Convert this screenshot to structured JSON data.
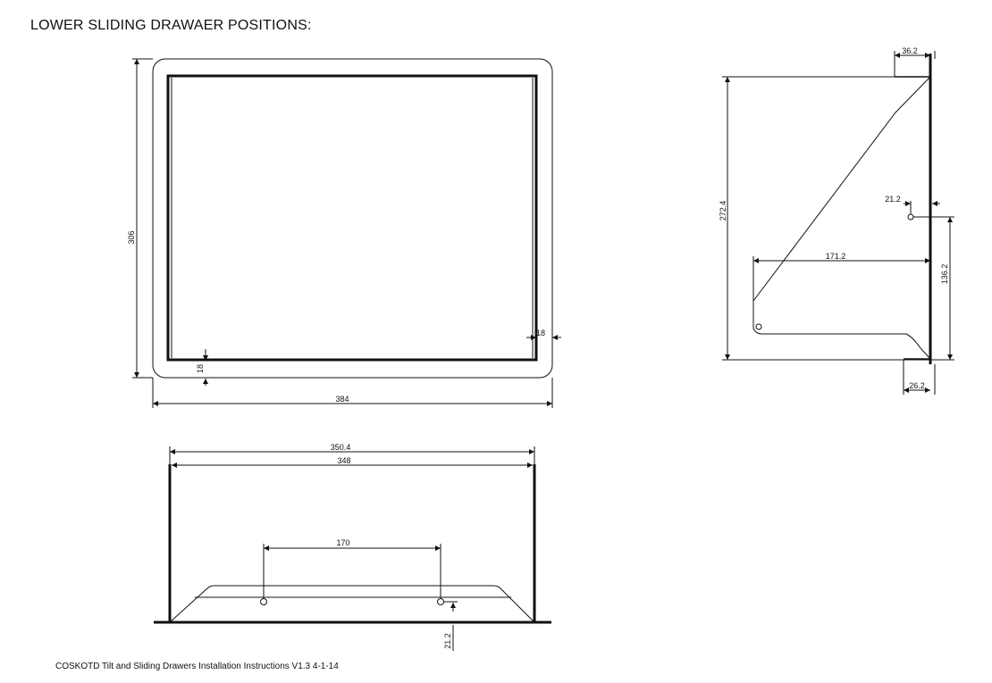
{
  "page": {
    "heading": "LOWER SLIDING DRAWAER POSITIONS:",
    "footer": "COSKOTD Tilt and Sliding Drawers Installation Instructions V1.3 4-1-14"
  },
  "top_view": {
    "dims": {
      "height": "306",
      "width": "384",
      "bottom_margin": "18",
      "right_margin": "18"
    }
  },
  "side_view": {
    "dims": {
      "top_width": "36.2",
      "height": "272.4",
      "hole_offset": "21.2",
      "depth": "171.2",
      "hole_height": "136.2",
      "bottom_width": "26.2"
    }
  },
  "front_view": {
    "dims": {
      "outer_width": "350.4",
      "inner_width": "348",
      "hole_spacing": "170",
      "hole_height": "21.2"
    }
  }
}
